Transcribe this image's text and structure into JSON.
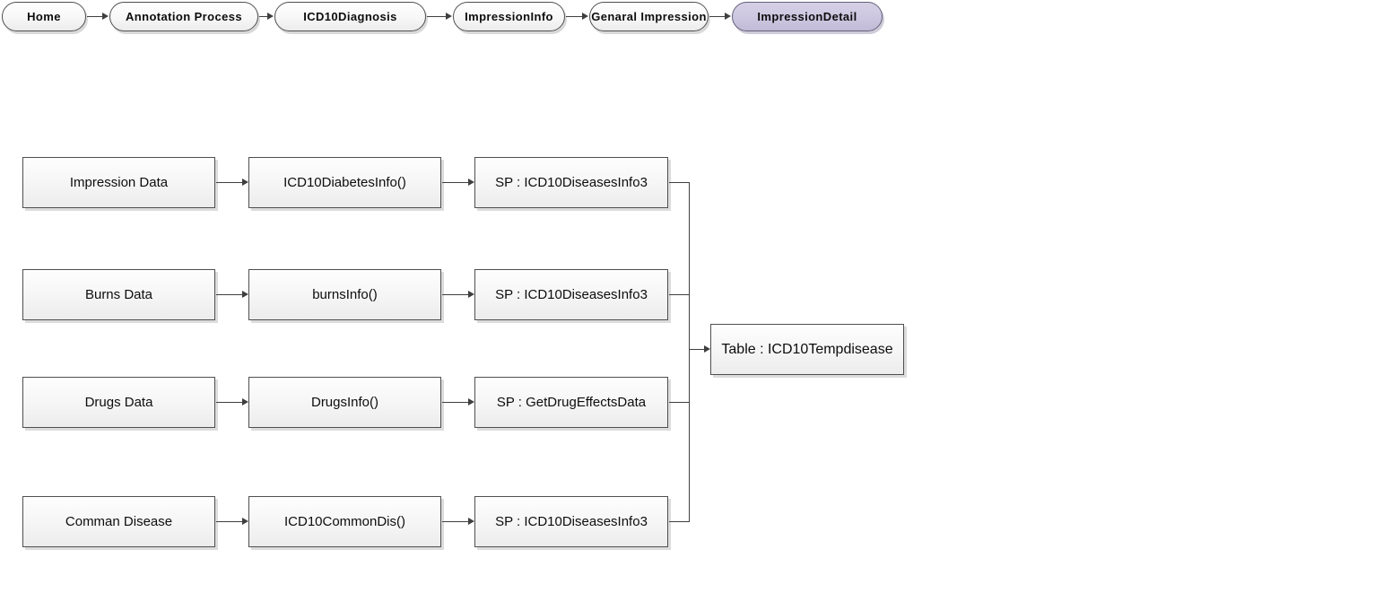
{
  "breadcrumb": {
    "items": [
      {
        "label": "Home",
        "active": false
      },
      {
        "label": "Annotation Process",
        "active": false
      },
      {
        "label": "ICD10Diagnosis",
        "active": false
      },
      {
        "label": "ImpressionInfo",
        "active": false
      },
      {
        "label": "Genaral Impression",
        "active": false
      },
      {
        "label": "ImpressionDetail",
        "active": true
      }
    ]
  },
  "flowchart": {
    "rows": [
      {
        "source": "Impression Data",
        "function": "ICD10DiabetesInfo()",
        "procedure": "SP : ICD10DiseasesInfo3"
      },
      {
        "source": "Burns Data",
        "function": "burnsInfo()",
        "procedure": "SP : ICD10DiseasesInfo3"
      },
      {
        "source": "Drugs Data",
        "function": "DrugsInfo()",
        "procedure": "SP : GetDrugEffectsData"
      },
      {
        "source": "Comman Disease",
        "function": "ICD10CommonDis()",
        "procedure": "SP : ICD10DiseasesInfo3"
      }
    ],
    "target": "Table : ICD10Tempdisease"
  },
  "colors": {
    "active_pill_fill": "#ccc6e0",
    "box_fill_top": "#fefefe",
    "box_fill_bottom": "#ececec",
    "box_border": "#4f4f4f",
    "connector": "#3f3f3f",
    "shadow": "#dcdcdc",
    "background": "#ffffff"
  }
}
